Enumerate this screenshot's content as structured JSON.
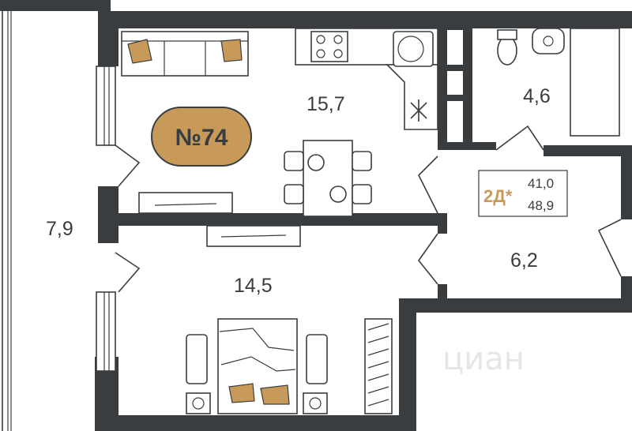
{
  "apartment": {
    "number_label": "№74",
    "type_label": "2Д*",
    "living_area": "41,0",
    "total_area": "48,9"
  },
  "rooms": [
    {
      "id": "balcony",
      "area": "7,9"
    },
    {
      "id": "kitchen-living",
      "area": "15,7"
    },
    {
      "id": "bathroom",
      "area": "4,6"
    },
    {
      "id": "bedroom",
      "area": "14,5"
    },
    {
      "id": "hallway",
      "area": "6,2"
    }
  ],
  "watermark": "циан",
  "colors": {
    "wall": "#3a3d40",
    "accent": "#c89a5a",
    "background": "#ffffff"
  }
}
